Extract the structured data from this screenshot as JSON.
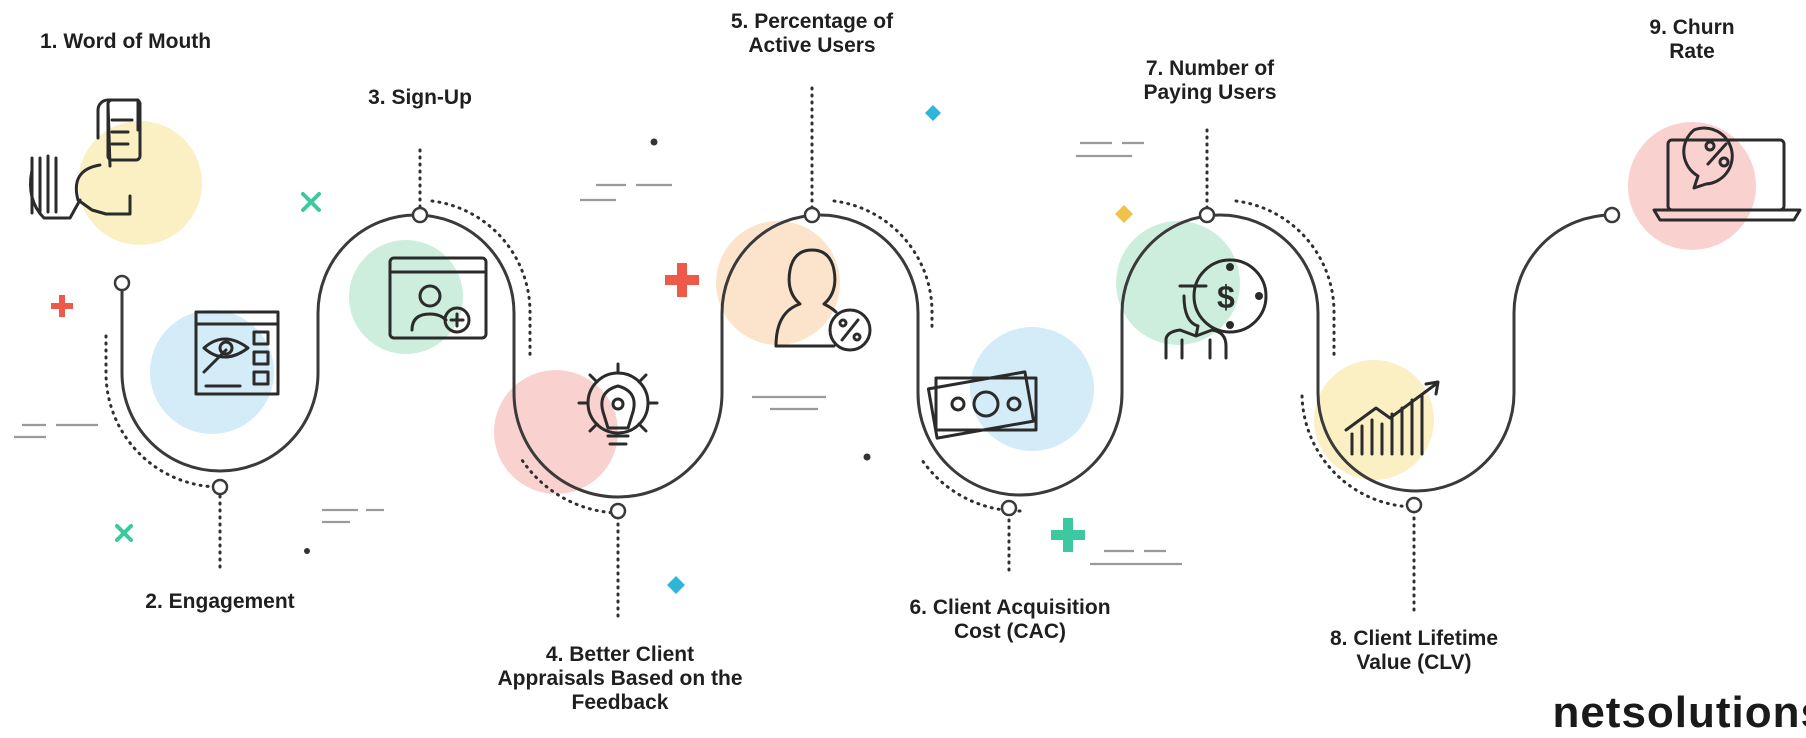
{
  "steps": [
    {
      "num": "1.",
      "lines": [
        "Word of Mouth"
      ],
      "icon": "word-of-mouth-icon",
      "blob": "#fbefc4"
    },
    {
      "num": "2.",
      "lines": [
        "Engagement"
      ],
      "icon": "engagement-icon",
      "blob": "#d4ecf8"
    },
    {
      "num": "3.",
      "lines": [
        "Sign-Up"
      ],
      "icon": "sign-up-icon",
      "blob": "#cdeedd"
    },
    {
      "num": "4.",
      "lines": [
        "Better Client",
        "Appraisals Based on the",
        "Feedback"
      ],
      "icon": "lightbulb-gear-icon",
      "blob": "#f9d2d0"
    },
    {
      "num": "5.",
      "lines": [
        "Percentage of",
        "Active Users"
      ],
      "icon": "active-user-percent-icon",
      "blob": "#fbe4cb"
    },
    {
      "num": "6.",
      "lines": [
        "Client Acquisition",
        "Cost (CAC)"
      ],
      "icon": "money-bills-icon",
      "blob": "#d4ecf8"
    },
    {
      "num": "7.",
      "lines": [
        "Number of",
        "Paying Users"
      ],
      "icon": "paying-user-icon",
      "blob": "#cdeedd"
    },
    {
      "num": "8.",
      "lines": [
        "Client Lifetime",
        "Value (CLV)"
      ],
      "icon": "growth-chart-icon",
      "blob": "#fbefc4"
    },
    {
      "num": "9.",
      "lines": [
        "Churn",
        "Rate"
      ],
      "icon": "churn-laptop-icon",
      "blob": "#f9d2d0"
    }
  ],
  "brand": "netsolutions",
  "colors": {
    "line": "#3a3a3a",
    "text": "#1f1f1f",
    "teal": "#3cc9a0",
    "red": "#ee5a4a",
    "blue": "#2fb5d8",
    "gold": "#f1c24b"
  }
}
